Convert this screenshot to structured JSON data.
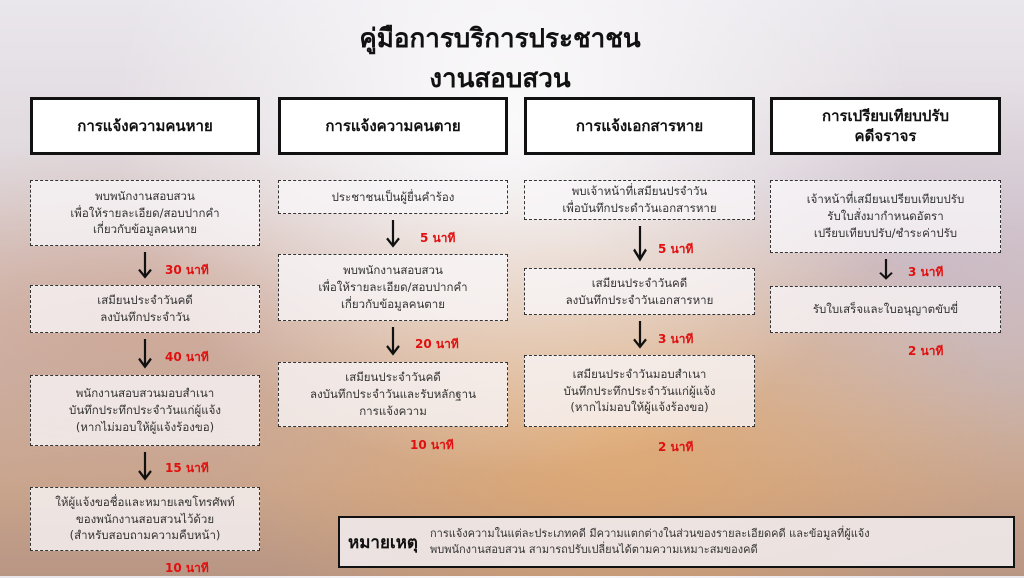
{
  "title": {
    "line1": "คู่มือการบริการประชาชน",
    "line2": "งานสอบสวน"
  },
  "columns": [
    {
      "header": "การแจ้งความคนหาย",
      "steps": [
        {
          "text": "พบพนักงานสอบสวน\nเพื่อให้รายละเอียด/สอบปากคำ\nเกี่ยวกับข้อมูลคนหาย",
          "time": "30 นาที"
        },
        {
          "text": "เสมียนประจำวันคดี\nลงบันทึกประจำวัน",
          "time": "40 นาที"
        },
        {
          "text": "พนักงานสอบสวนมอบสำเนา\nบันทึกประทึกประจำวันแก่ผู้แจ้ง\n(หากไม่มอบให้ผู้แจ้งร้องขอ)",
          "time": "15 นาที"
        },
        {
          "text": "ให้ผู้แจ้งขอชื่อและหมายเลขโทรศัพท์\nของพนักงานสอบสวนไว้ด้วย\n(สำหรับสอบถามความคืบหน้า)",
          "time": "10 นาที"
        }
      ]
    },
    {
      "header": "การแจ้งความคนตาย",
      "steps": [
        {
          "text": "ประชาชนเป็นผู้ยื่นคำร้อง",
          "time": "5 นาที"
        },
        {
          "text": "พบพนักงานสอบสวน\nเพื่อให้รายละเอียด/สอบปากคำ\nเกี่ยวกับข้อมูลคนตาย",
          "time": "20 นาที"
        },
        {
          "text": "เสมียนประจำวันคดี\nลงบันทึกประจำวันและรับหลักฐาน\nการแจ้งความ",
          "time": "10 นาที"
        }
      ]
    },
    {
      "header": "การแจ้งเอกสารหาย",
      "steps": [
        {
          "text": "พบเจ้าหน้าที่เสมียนปรจำวัน\nเพื่อบันทึกประดำวันเอกสารหาย",
          "time": "5 นาที"
        },
        {
          "text": "เสมียนประจำวันคดี\nลงบันทึกประจำวันเอกสารหาย",
          "time": "3 นาที"
        },
        {
          "text": "เสมียนประจำวันมอบสำเนา\nบันทึกประทึกประจำวันแก่ผู้แจ้ง\n(หากไม่มอบให้ผู้แจ้งร้องขอ)",
          "time": "2 นาที"
        }
      ]
    },
    {
      "header": "การเปรียบเทียบปรับ\nคดีจราจร",
      "steps": [
        {
          "text": "เจ้าหน้าที่เสมียนเปรียบเทียบปรับ\nรับใบสั่งมากำหนดอัตรา\nเปรียบเทียบปรับ/ชำระค่าปรับ",
          "time": "3 นาที"
        },
        {
          "text": "รับใบเสร็จและใบอนุญาตขับขี่",
          "time": "2 นาที"
        }
      ]
    }
  ],
  "note": {
    "label": "หมายเหตุ",
    "text": "การแจ้งความในแต่ละประเภทคดี มีความแตกต่างในส่วนของรายละเอียดคดี และข้อมูลที่ผู้แจ้ง\nพบพนักงานสอบสวน สามารถปรับเปลี่ยนได้ตามความเหมาะสมของคดี"
  },
  "colors": {
    "time": "#e01010",
    "border": "#111111"
  }
}
